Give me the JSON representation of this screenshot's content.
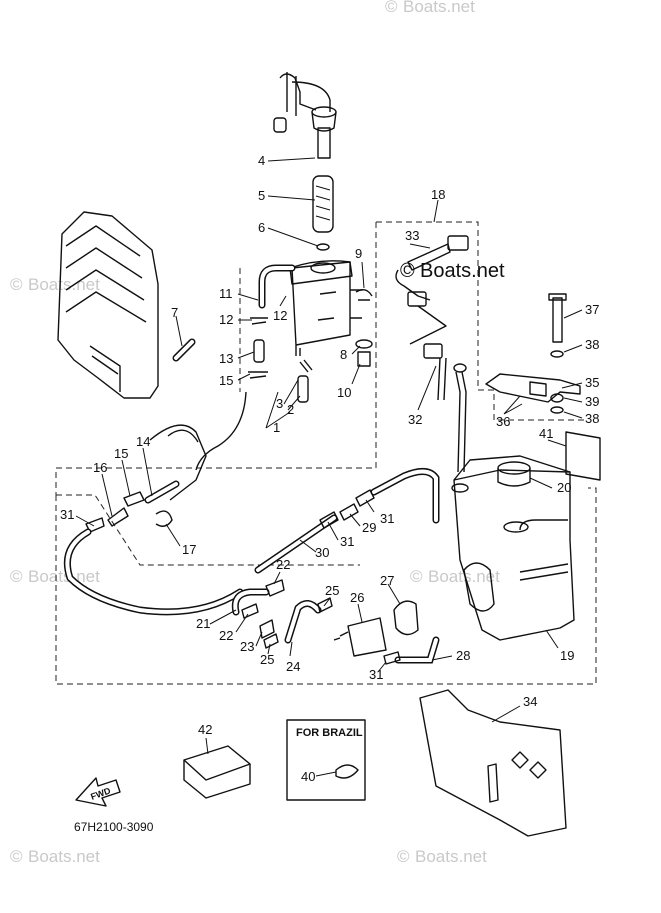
{
  "diagram_code": "67H2100-3090",
  "watermark": "Boats.net",
  "copyright_symbol": "©",
  "brazil_box_title": "FOR BRAZIL",
  "fwd_label": "FWD",
  "callouts": [
    {
      "id": "c1",
      "text": "1"
    },
    {
      "id": "c2",
      "text": "2"
    },
    {
      "id": "c3",
      "text": "3"
    },
    {
      "id": "c4",
      "text": "4"
    },
    {
      "id": "c5",
      "text": "5"
    },
    {
      "id": "c6",
      "text": "6"
    },
    {
      "id": "c7",
      "text": "7"
    },
    {
      "id": "c8",
      "text": "8"
    },
    {
      "id": "c9",
      "text": "9"
    },
    {
      "id": "c10",
      "text": "10"
    },
    {
      "id": "c11",
      "text": "11"
    },
    {
      "id": "c12a",
      "text": "12"
    },
    {
      "id": "c12b",
      "text": "12"
    },
    {
      "id": "c13",
      "text": "13"
    },
    {
      "id": "c14",
      "text": "14"
    },
    {
      "id": "c15a",
      "text": "15"
    },
    {
      "id": "c15b",
      "text": "15"
    },
    {
      "id": "c16",
      "text": "16"
    },
    {
      "id": "c17",
      "text": "17"
    },
    {
      "id": "c18",
      "text": "18"
    },
    {
      "id": "c19",
      "text": "19"
    },
    {
      "id": "c20",
      "text": "20"
    },
    {
      "id": "c21",
      "text": "21"
    },
    {
      "id": "c22a",
      "text": "22"
    },
    {
      "id": "c22b",
      "text": "22"
    },
    {
      "id": "c23",
      "text": "23"
    },
    {
      "id": "c24",
      "text": "24"
    },
    {
      "id": "c25a",
      "text": "25"
    },
    {
      "id": "c25b",
      "text": "25"
    },
    {
      "id": "c26",
      "text": "26"
    },
    {
      "id": "c27",
      "text": "27"
    },
    {
      "id": "c28",
      "text": "28"
    },
    {
      "id": "c29",
      "text": "29"
    },
    {
      "id": "c30",
      "text": "30"
    },
    {
      "id": "c31a",
      "text": "31"
    },
    {
      "id": "c31b",
      "text": "31"
    },
    {
      "id": "c31c",
      "text": "31"
    },
    {
      "id": "c31d",
      "text": "31"
    },
    {
      "id": "c32",
      "text": "32"
    },
    {
      "id": "c33",
      "text": "33"
    },
    {
      "id": "c34",
      "text": "34"
    },
    {
      "id": "c35",
      "text": "35"
    },
    {
      "id": "c36",
      "text": "36"
    },
    {
      "id": "c37",
      "text": "37"
    },
    {
      "id": "c38a",
      "text": "38"
    },
    {
      "id": "c38b",
      "text": "38"
    },
    {
      "id": "c39",
      "text": "39"
    },
    {
      "id": "c40",
      "text": "40"
    },
    {
      "id": "c41",
      "text": "41"
    },
    {
      "id": "c42",
      "text": "42"
    }
  ]
}
